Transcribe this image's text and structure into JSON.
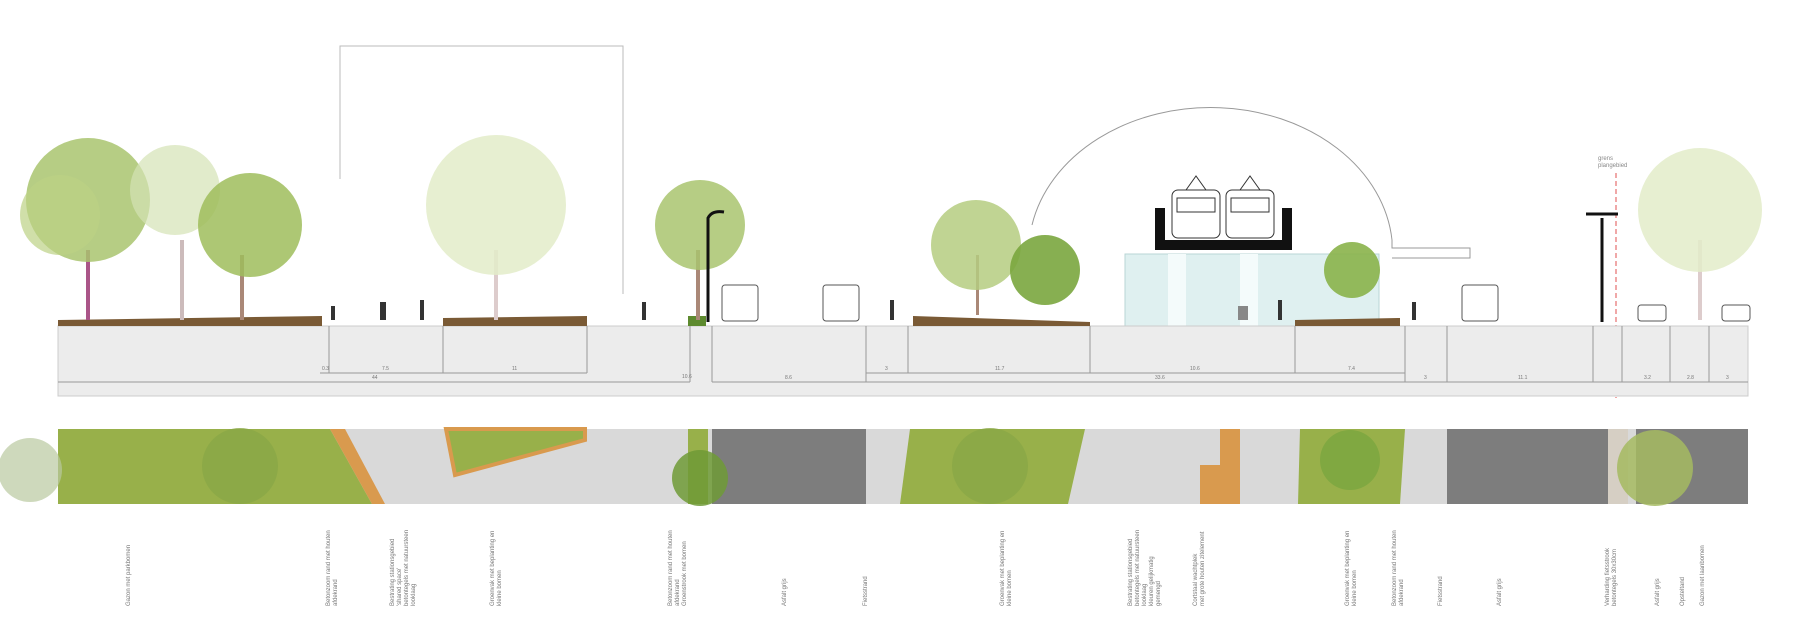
{
  "section": {
    "boundary_label": "grens\nplangebied",
    "dimensions_upper": [
      "0.3",
      "7.5",
      "11",
      "10.6",
      "3",
      "11.7",
      "10.6",
      "7.4"
    ],
    "dimensions_lower": [
      "44",
      "8.6",
      "33.6",
      "3",
      "11.1",
      "3.2",
      "2.8",
      "3"
    ]
  },
  "plan_labels": [
    "Gazon met parkbomen",
    "Betonzoom rand met houten\nafdekrand",
    "Bestrating stationsgebied\n'shared space'\nbetontegels met natuursteen\nlooklaag",
    "Groenvak met beplanting en\nkleine bomen",
    "Betonzoom rand met houten\nafdekrand\nGroenstrook met bomen",
    "Asfalt grijs",
    "Fietsstrand",
    "Groenvak met beplanting en\nkleine bomen",
    "Bestrating stationsgebied\nbetontegels met natuursteen\nlooklaag\nkleuren gelijkmatig\ngemengd",
    "Cortstaal wachtplek\nmet grote houten zitelement",
    "Groenvak met beplanting en\nkleine bomen",
    "Betonzoom rand met houten\nafdekrand",
    "Fietsstrand",
    "Asfalt grijs",
    "Verharding fietsstrook\nbetontegels 30x30cm",
    "Asfalt grijs",
    "Opsteltand",
    "Gazon met laanbomen"
  ],
  "colors": {
    "grass": "#98b04a",
    "asphalt": "#7d7d7d",
    "paving": "#d9d9d9",
    "wood": "#d99a4e",
    "soil": "#7a5a35",
    "section": "#ececec",
    "boundary": "#e05050"
  }
}
